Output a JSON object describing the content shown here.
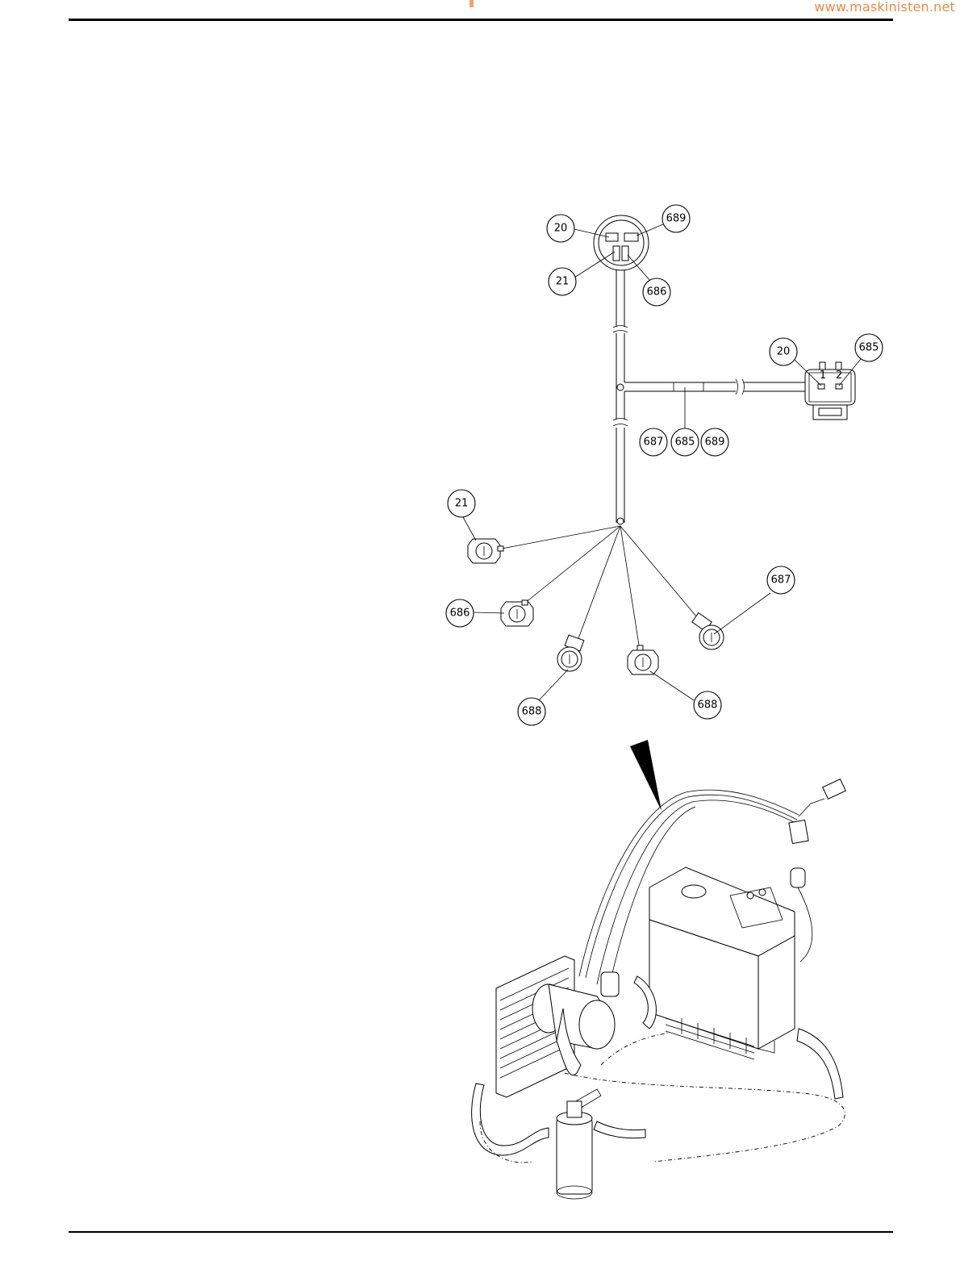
{
  "header": {
    "website": "www.maskinisten.net"
  },
  "diagram": {
    "callouts": [
      {
        "id": "top-20",
        "label": "20"
      },
      {
        "id": "top-689",
        "label": "689"
      },
      {
        "id": "top-21",
        "label": "21"
      },
      {
        "id": "top-686",
        "label": "686"
      },
      {
        "id": "conn-20",
        "label": "20"
      },
      {
        "id": "conn-685",
        "label": "685"
      },
      {
        "id": "wire-687",
        "label": "687"
      },
      {
        "id": "wire-685",
        "label": "685"
      },
      {
        "id": "wire-689",
        "label": "689"
      },
      {
        "id": "left-21",
        "label": "21"
      },
      {
        "id": "left-686",
        "label": "686"
      },
      {
        "id": "right-687",
        "label": "687"
      },
      {
        "id": "bottom-688-a",
        "label": "688"
      },
      {
        "id": "bottom-688-b",
        "label": "688"
      }
    ],
    "connector_pins": {
      "pin1": "1",
      "pin2": "2",
      "single_pin": "1"
    }
  }
}
